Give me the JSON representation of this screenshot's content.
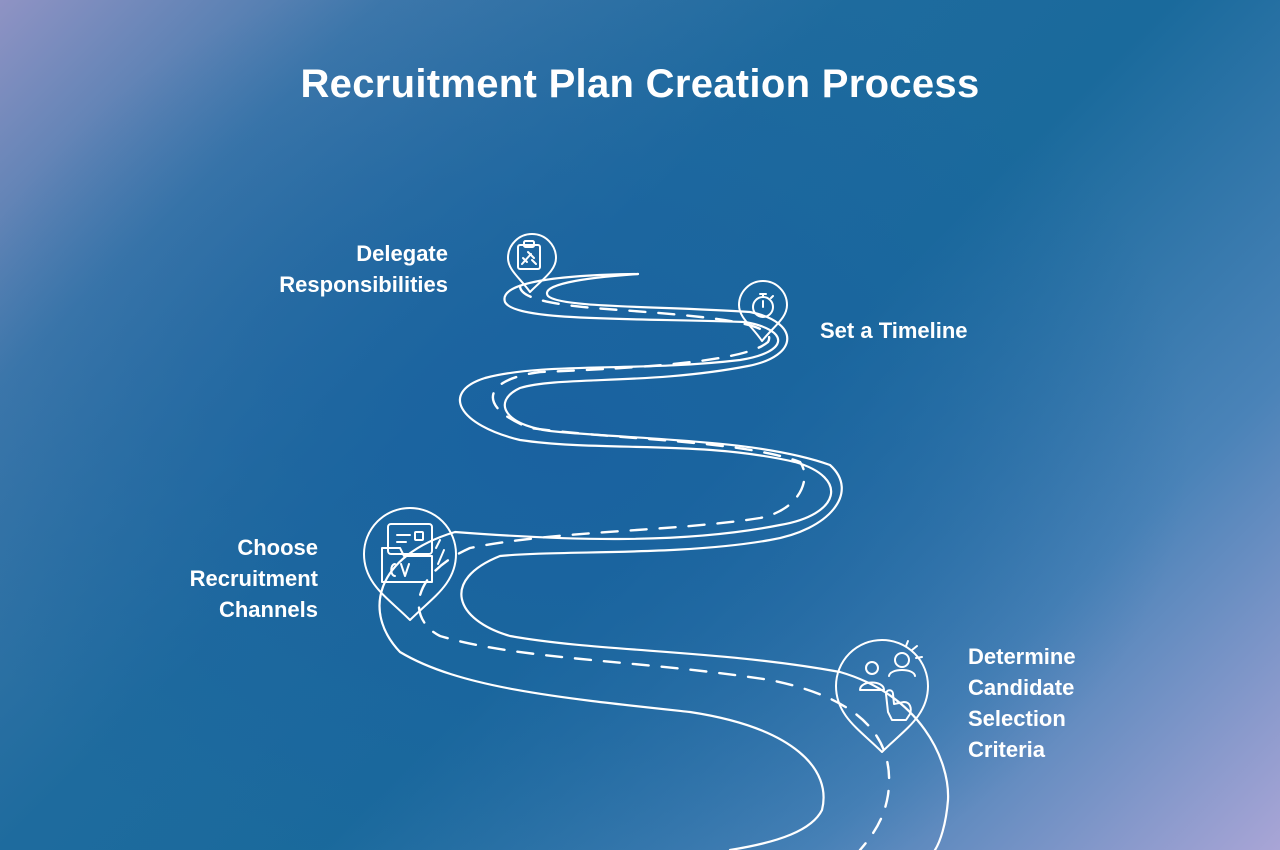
{
  "title": "Recruitment Plan Creation Process",
  "steps": [
    {
      "label": "Delegate\nResponsibilities",
      "icon": "clipboard-tools-icon"
    },
    {
      "label": "Set a Timeline",
      "icon": "stopwatch-icon"
    },
    {
      "label": "Choose\nRecruitment\nChannels",
      "icon": "cv-folder-icon"
    },
    {
      "label": "Determine\nCandidate\nSelection\nCriteria",
      "icon": "candidate-select-icon"
    }
  ],
  "colors": {
    "line": "#ffffff",
    "bg_center": "#1a62a0",
    "bg_corner": "#a9a5d6"
  }
}
